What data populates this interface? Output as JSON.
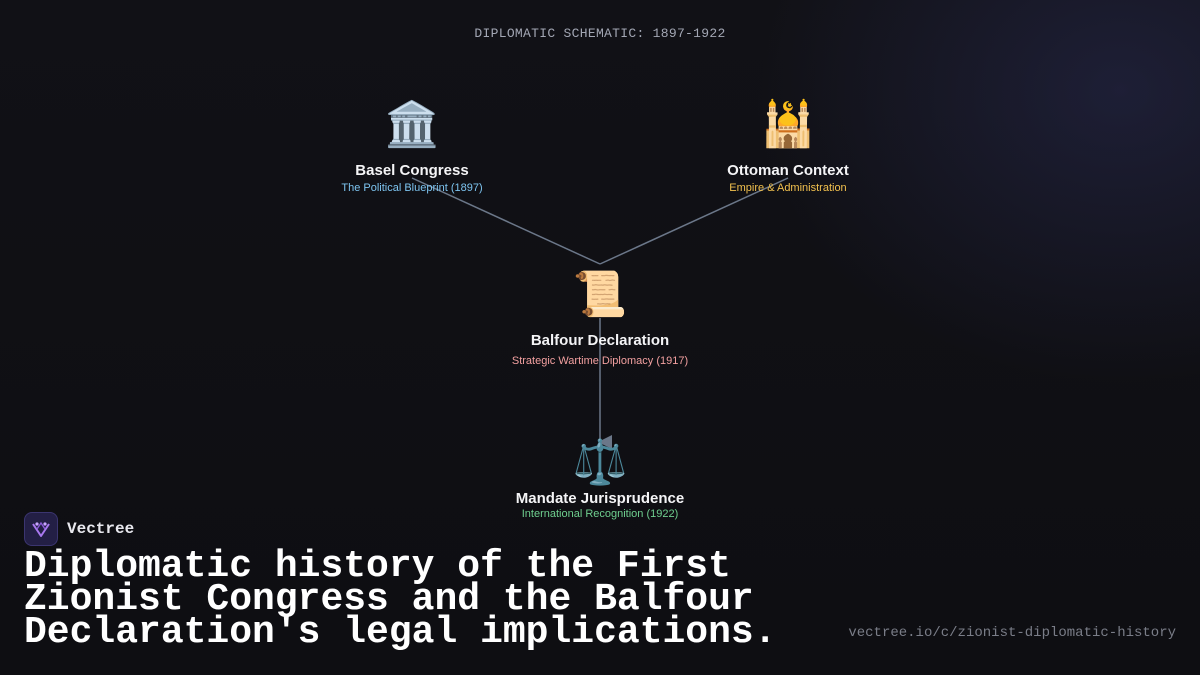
{
  "header": {
    "label": "DIPLOMATIC SCHEMATIC: 1897-1922"
  },
  "nodes": {
    "basel": {
      "icon": "classical-building-icon",
      "glyph": "🏛️",
      "title": "Basel Congress",
      "subtitle": "The Political Blueprint (1897)",
      "subtitle_color": "#7dc4f0"
    },
    "ottoman": {
      "icon": "mosque-icon",
      "glyph": "🕌",
      "title": "Ottoman Context",
      "subtitle": "Empire & Administration",
      "subtitle_color": "#f2c14e"
    },
    "balfour": {
      "icon": "scroll-icon",
      "glyph": "📜",
      "title": "Balfour Declaration",
      "subtitle": "Strategic Wartime Diplomacy (1917)",
      "subtitle_color": "#f2a0a0"
    },
    "mandate": {
      "icon": "balance-scale-icon",
      "glyph": "⚖️",
      "title": "Mandate Jurisprudence",
      "subtitle": "International Recognition (1922)",
      "subtitle_color": "#6fcf8f"
    }
  },
  "brand": {
    "name": "Vectree",
    "logo_icon": "vectree-logo-icon"
  },
  "footer": {
    "headline": "Diplomatic history of the First Zionist Congress and the Balfour Declaration's legal implications.",
    "url": "vectree.io/c/zionist-diplomatic-history"
  },
  "colors": {
    "background": "#0f0f13",
    "edge": "#6b7789"
  }
}
